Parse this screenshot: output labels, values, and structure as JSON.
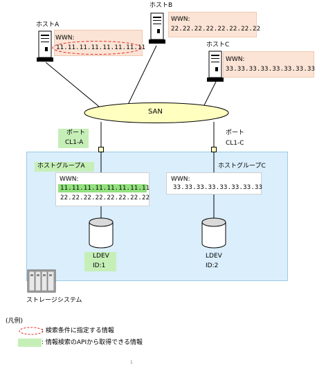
{
  "hosts": {
    "a": {
      "label": "ホストA",
      "wwn_label": "WWN:",
      "wwn": "11.11.11.11.11.11.11.11"
    },
    "b": {
      "label": "ホストB",
      "wwn_label": "WWN:",
      "wwn": "22.22.22.22.22.22.22.22"
    },
    "c": {
      "label": "ホストC",
      "wwn_label": "WWN:",
      "wwn": "33.33.33.33.33.33.33.33"
    }
  },
  "san": {
    "label": "SAN"
  },
  "ports": {
    "a": {
      "line1": "ポート",
      "line2": "CL1-A"
    },
    "c": {
      "line1": "ポート",
      "line2": "CL1-C"
    }
  },
  "host_groups": {
    "a": {
      "label": "ホストグループA",
      "wwn_label": "WWN:",
      "wwns": [
        "11.11.11.11.11.11.11.11",
        "22.22.22.22.22.22.22.22"
      ]
    },
    "c": {
      "label": "ホストグループC",
      "wwn_label": "WWN:",
      "wwns": [
        "33.33.33.33.33.33.33.33"
      ]
    }
  },
  "ldevs": {
    "one": {
      "line1": "LDEV",
      "line2": "ID:1"
    },
    "two": {
      "line1": "LDEV",
      "line2": "ID:2"
    }
  },
  "storage": {
    "label": "ストレージシステム"
  },
  "legend": {
    "title": "(凡例)",
    "search_condition": ": 検索条件に指定する情報",
    "api_info": ": 情報検索のAPIから取得できる情報"
  },
  "footer_mark": "1",
  "colors": {
    "wwn_box_fill": "#fbe4d5",
    "wwn_box_border": "#f0c8b0",
    "highlight_green": "#92e07e",
    "green_fill": "#c6efb8",
    "storage_fill": "#daeefb",
    "storage_border": "#9ccbe6",
    "san_fill": "#ffffc0",
    "dashed_red": "#e23030"
  }
}
